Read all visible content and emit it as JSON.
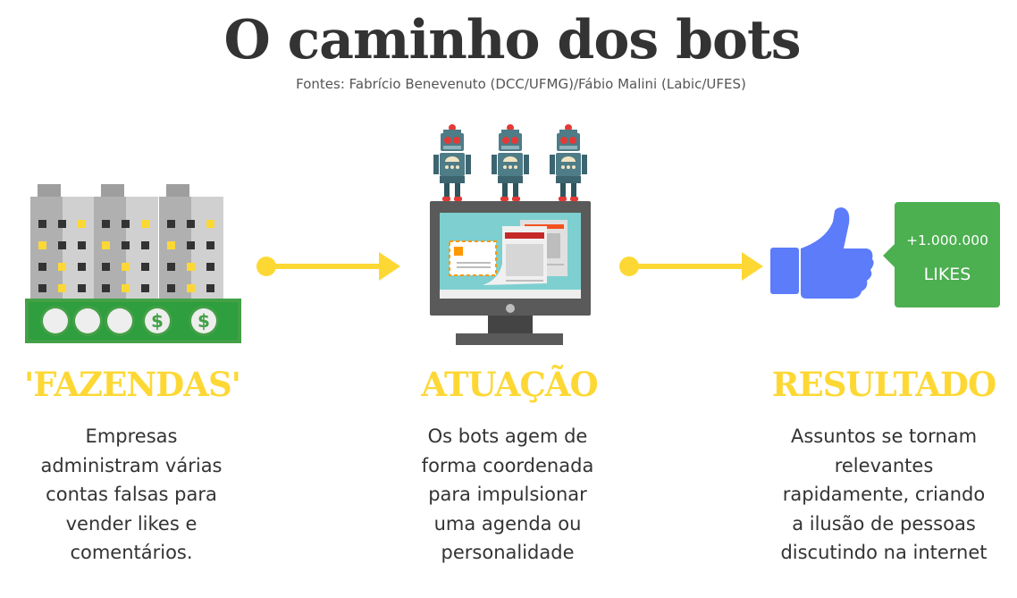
{
  "header": {
    "title": "O caminho dos bots",
    "sources": "Fontes: Fabrício Benevenuto (DCC/UFMG)/Fábio Malini (Labic/UFES)"
  },
  "colors": {
    "accent_yellow": "#fdd835",
    "text_dark": "#333333",
    "money_green": "#43a047",
    "like_blue": "#5c7cfa",
    "likes_box_green": "#4caf50",
    "robot_teal": "#4e7c87",
    "screen_teal": "#7ecfd0",
    "monitor_gray": "#5a5a5a"
  },
  "steps": [
    {
      "icon": "buildings-money-icon",
      "heading": "'FAZENDAS'",
      "lines": [
        "Empresas",
        "administram várias",
        "contas falsas para",
        "vender likes e",
        "comentários."
      ]
    },
    {
      "icon": "robots-monitor-icon",
      "heading": "ATUAÇÃO",
      "lines": [
        "Os bots agem de",
        "forma coordenada",
        "para impulsionar",
        "uma agenda ou",
        "personalidade"
      ]
    },
    {
      "icon": "thumbs-up-icon",
      "heading": "RESULTADO",
      "lines": [
        "Assuntos se tornam",
        "relevantes",
        "rapidamente, criando",
        "a ilusão de pessoas",
        "discutindo na internet"
      ]
    }
  ],
  "likes_badge": {
    "count": "+1.000.000",
    "label": "LIKES"
  }
}
